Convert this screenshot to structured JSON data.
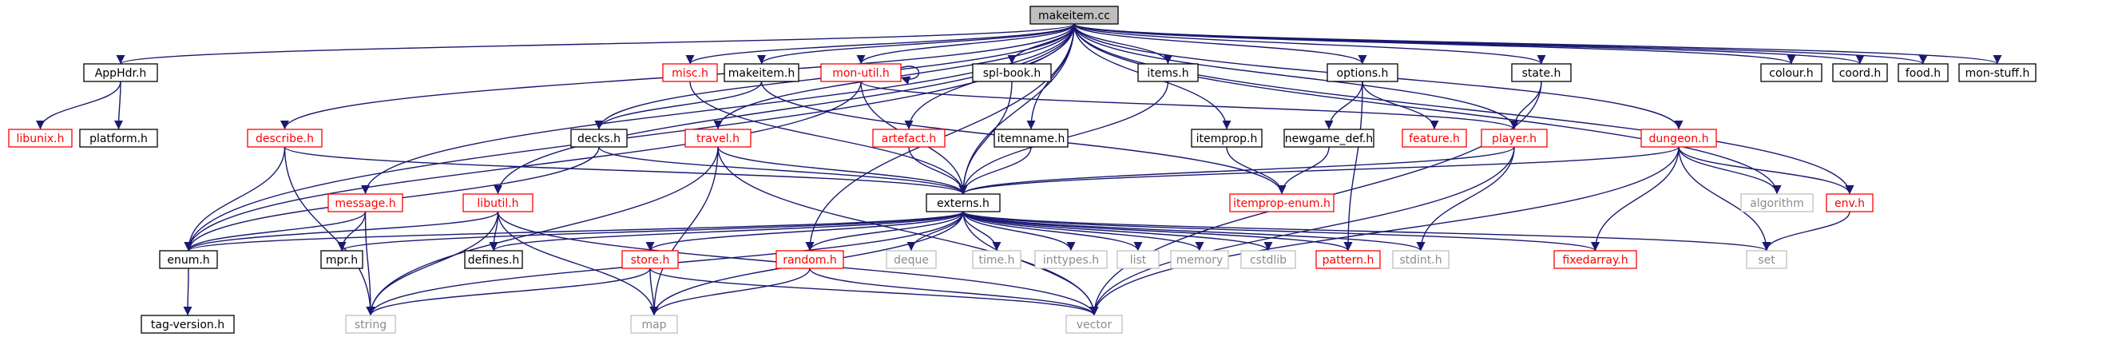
{
  "diagram": {
    "colors": {
      "edge": "#191970",
      "local_border": "#000000",
      "local_text": "#000000",
      "missing_border": "#ff0000",
      "missing_text": "#ff0000",
      "system_border": "#bfbfbf",
      "system_text": "#8c8c8c",
      "root_fill": "#bfbfbf"
    },
    "nodes": [
      {
        "id": "makeitem_cc",
        "label": "makeitem.cc",
        "kind": "root"
      },
      {
        "id": "apphdr_h",
        "label": "AppHdr.h",
        "kind": "local"
      },
      {
        "id": "libunix_h",
        "label": "libunix.h",
        "kind": "missing"
      },
      {
        "id": "platform_h",
        "label": "platform.h",
        "kind": "local"
      },
      {
        "id": "describe_h",
        "label": "describe.h",
        "kind": "missing"
      },
      {
        "id": "misc_h",
        "label": "misc.h",
        "kind": "missing"
      },
      {
        "id": "makeitem_h",
        "label": "makeitem.h",
        "kind": "local"
      },
      {
        "id": "monutil_h",
        "label": "mon-util.h",
        "kind": "missing"
      },
      {
        "id": "splbook_h",
        "label": "spl-book.h",
        "kind": "local"
      },
      {
        "id": "items_h",
        "label": "items.h",
        "kind": "local"
      },
      {
        "id": "options_h",
        "label": "options.h",
        "kind": "local"
      },
      {
        "id": "state_h",
        "label": "state.h",
        "kind": "local"
      },
      {
        "id": "colour_h",
        "label": "colour.h",
        "kind": "local"
      },
      {
        "id": "coord_h",
        "label": "coord.h",
        "kind": "local"
      },
      {
        "id": "food_h",
        "label": "food.h",
        "kind": "local"
      },
      {
        "id": "monstuff_h",
        "label": "mon-stuff.h",
        "kind": "local"
      },
      {
        "id": "decks_h",
        "label": "decks.h",
        "kind": "local"
      },
      {
        "id": "travel_h",
        "label": "travel.h",
        "kind": "missing"
      },
      {
        "id": "artefact_h",
        "label": "artefact.h",
        "kind": "missing"
      },
      {
        "id": "itemname_h",
        "label": "itemname.h",
        "kind": "local"
      },
      {
        "id": "itemprop_h",
        "label": "itemprop.h",
        "kind": "local"
      },
      {
        "id": "newgame_def_h",
        "label": "newgame_def.h",
        "kind": "local"
      },
      {
        "id": "feature_h",
        "label": "feature.h",
        "kind": "missing"
      },
      {
        "id": "player_h",
        "label": "player.h",
        "kind": "missing"
      },
      {
        "id": "dungeon_h",
        "label": "dungeon.h",
        "kind": "missing"
      },
      {
        "id": "message_h",
        "label": "message.h",
        "kind": "missing"
      },
      {
        "id": "libutil_h",
        "label": "libutil.h",
        "kind": "missing"
      },
      {
        "id": "externs_h",
        "label": "externs.h",
        "kind": "local"
      },
      {
        "id": "itemprop_enum_h",
        "label": "itemprop-enum.h",
        "kind": "missing"
      },
      {
        "id": "algorithm",
        "label": "algorithm",
        "kind": "system"
      },
      {
        "id": "env_h",
        "label": "env.h",
        "kind": "missing"
      },
      {
        "id": "enum_h",
        "label": "enum.h",
        "kind": "local"
      },
      {
        "id": "mpr_h",
        "label": "mpr.h",
        "kind": "local"
      },
      {
        "id": "defines_h",
        "label": "defines.h",
        "kind": "local"
      },
      {
        "id": "store_h",
        "label": "store.h",
        "kind": "missing"
      },
      {
        "id": "random_h",
        "label": "random.h",
        "kind": "missing"
      },
      {
        "id": "deque",
        "label": "deque",
        "kind": "system"
      },
      {
        "id": "time_h",
        "label": "time.h",
        "kind": "system"
      },
      {
        "id": "inttypes_h",
        "label": "inttypes.h",
        "kind": "system"
      },
      {
        "id": "list",
        "label": "list",
        "kind": "system"
      },
      {
        "id": "memory",
        "label": "memory",
        "kind": "system"
      },
      {
        "id": "cstdlib",
        "label": "cstdlib",
        "kind": "system"
      },
      {
        "id": "pattern_h",
        "label": "pattern.h",
        "kind": "missing"
      },
      {
        "id": "stdint_h",
        "label": "stdint.h",
        "kind": "system"
      },
      {
        "id": "fixedarray_h",
        "label": "fixedarray.h",
        "kind": "missing"
      },
      {
        "id": "set",
        "label": "set",
        "kind": "system"
      },
      {
        "id": "tag_version_h",
        "label": "tag-version.h",
        "kind": "local"
      },
      {
        "id": "string",
        "label": "string",
        "kind": "system"
      },
      {
        "id": "map",
        "label": "map",
        "kind": "system"
      },
      {
        "id": "vector",
        "label": "vector",
        "kind": "system"
      }
    ],
    "edges": [
      [
        "makeitem_cc",
        "apphdr_h"
      ],
      [
        "makeitem_cc",
        "describe_h"
      ],
      [
        "makeitem_cc",
        "misc_h"
      ],
      [
        "makeitem_cc",
        "makeitem_h"
      ],
      [
        "makeitem_cc",
        "monutil_h"
      ],
      [
        "makeitem_cc",
        "splbook_h"
      ],
      [
        "makeitem_cc",
        "items_h"
      ],
      [
        "makeitem_cc",
        "options_h"
      ],
      [
        "makeitem_cc",
        "state_h"
      ],
      [
        "makeitem_cc",
        "colour_h"
      ],
      [
        "makeitem_cc",
        "coord_h"
      ],
      [
        "makeitem_cc",
        "food_h"
      ],
      [
        "makeitem_cc",
        "monstuff_h"
      ],
      [
        "makeitem_cc",
        "decks_h"
      ],
      [
        "makeitem_cc",
        "travel_h"
      ],
      [
        "makeitem_cc",
        "artefact_h"
      ],
      [
        "makeitem_cc",
        "itemname_h"
      ],
      [
        "makeitem_cc",
        "itemprop_h"
      ],
      [
        "makeitem_cc",
        "player_h"
      ],
      [
        "makeitem_cc",
        "dungeon_h"
      ],
      [
        "makeitem_cc",
        "message_h"
      ],
      [
        "makeitem_cc",
        "libutil_h"
      ],
      [
        "makeitem_cc",
        "externs_h"
      ],
      [
        "makeitem_cc",
        "enum_h"
      ],
      [
        "makeitem_cc",
        "random_h"
      ],
      [
        "makeitem_cc",
        "algorithm"
      ],
      [
        "makeitem_cc",
        "env_h"
      ],
      [
        "apphdr_h",
        "libunix_h"
      ],
      [
        "apphdr_h",
        "platform_h"
      ],
      [
        "describe_h",
        "externs_h"
      ],
      [
        "describe_h",
        "enum_h"
      ],
      [
        "describe_h",
        "string"
      ],
      [
        "misc_h",
        "externs_h"
      ],
      [
        "makeitem_h",
        "decks_h"
      ],
      [
        "makeitem_h",
        "itemprop_enum_h"
      ],
      [
        "monutil_h",
        "monutil_h"
      ],
      [
        "monutil_h",
        "externs_h"
      ],
      [
        "monutil_h",
        "enum_h"
      ],
      [
        "monutil_h",
        "player_h"
      ],
      [
        "splbook_h",
        "externs_h"
      ],
      [
        "items_h",
        "externs_h"
      ],
      [
        "options_h",
        "newgame_def_h"
      ],
      [
        "options_h",
        "feature_h"
      ],
      [
        "options_h",
        "pattern_h"
      ],
      [
        "state_h",
        "player_h"
      ],
      [
        "state_h",
        "vector"
      ],
      [
        "decks_h",
        "externs_h"
      ],
      [
        "decks_h",
        "enum_h"
      ],
      [
        "travel_h",
        "externs_h"
      ],
      [
        "travel_h",
        "string"
      ],
      [
        "travel_h",
        "map"
      ],
      [
        "travel_h",
        "vector"
      ],
      [
        "artefact_h",
        "externs_h"
      ],
      [
        "itemname_h",
        "externs_h"
      ],
      [
        "itemprop_h",
        "itemprop_enum_h"
      ],
      [
        "newgame_def_h",
        "itemprop_enum_h"
      ],
      [
        "player_h",
        "externs_h"
      ],
      [
        "player_h",
        "stdint_h"
      ],
      [
        "player_h",
        "vector"
      ],
      [
        "dungeon_h",
        "externs_h"
      ],
      [
        "dungeon_h",
        "algorithm"
      ],
      [
        "dungeon_h",
        "env_h"
      ],
      [
        "dungeon_h",
        "fixedarray_h"
      ],
      [
        "dungeon_h",
        "set"
      ],
      [
        "dungeon_h",
        "vector"
      ],
      [
        "message_h",
        "enum_h"
      ],
      [
        "message_h",
        "mpr_h"
      ],
      [
        "message_h",
        "string"
      ],
      [
        "libutil_h",
        "enum_h"
      ],
      [
        "libutil_h",
        "defines_h"
      ],
      [
        "libutil_h",
        "string"
      ],
      [
        "libutil_h",
        "map"
      ],
      [
        "libutil_h",
        "vector"
      ],
      [
        "externs_h",
        "enum_h"
      ],
      [
        "externs_h",
        "mpr_h"
      ],
      [
        "externs_h",
        "defines_h"
      ],
      [
        "externs_h",
        "store_h"
      ],
      [
        "externs_h",
        "random_h"
      ],
      [
        "externs_h",
        "deque"
      ],
      [
        "externs_h",
        "time_h"
      ],
      [
        "externs_h",
        "inttypes_h"
      ],
      [
        "externs_h",
        "list"
      ],
      [
        "externs_h",
        "memory"
      ],
      [
        "externs_h",
        "cstdlib"
      ],
      [
        "externs_h",
        "pattern_h"
      ],
      [
        "externs_h",
        "stdint_h"
      ],
      [
        "externs_h",
        "fixedarray_h"
      ],
      [
        "externs_h",
        "set"
      ],
      [
        "externs_h",
        "string"
      ],
      [
        "externs_h",
        "map"
      ],
      [
        "externs_h",
        "vector"
      ],
      [
        "env_h",
        "set"
      ],
      [
        "enum_h",
        "tag_version_h"
      ],
      [
        "store_h",
        "string"
      ],
      [
        "store_h",
        "map"
      ],
      [
        "store_h",
        "vector"
      ],
      [
        "random_h",
        "map"
      ],
      [
        "random_h",
        "vector"
      ]
    ]
  }
}
